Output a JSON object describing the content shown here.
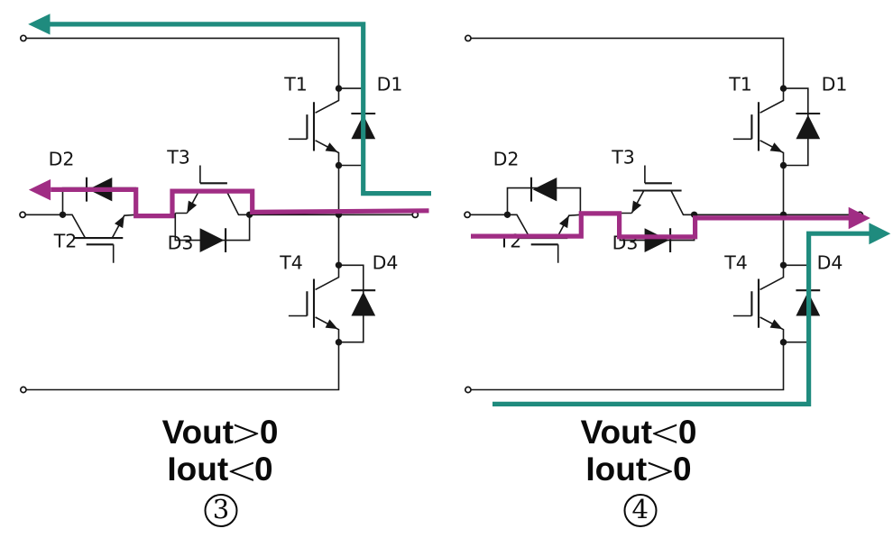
{
  "figure": {
    "background": "#ffffff",
    "colors": {
      "wire": "#161616",
      "flow_teal": "#1f8b7e",
      "flow_purple": "#a02d84"
    },
    "circuits": [
      {
        "id": "left",
        "labels": {
          "t1": "T1",
          "d1": "D1",
          "d2": "D2",
          "t3": "T3",
          "t2": "T2",
          "d3": "D3",
          "t4": "T4",
          "d4": "D4"
        },
        "caption": {
          "line1": "Vout>0",
          "line2": "Iout<0",
          "number": "3"
        },
        "flows": [
          {
            "name": "current-path-through-d1-to-positive-rail",
            "color": "#1f8b7e"
          },
          {
            "name": "current-path-through-t3-d2-to-output-left",
            "color": "#a02d84"
          }
        ]
      },
      {
        "id": "right",
        "labels": {
          "t1": "T1",
          "d1": "D1",
          "d2": "D2",
          "t3": "T3",
          "t2": "T2",
          "d3": "D3",
          "t4": "T4",
          "d4": "D4"
        },
        "caption": {
          "line1": "Vout<0",
          "line2": "Iout>0",
          "number": "4"
        },
        "flows": [
          {
            "name": "current-path-through-t2-d3-to-output-right",
            "color": "#a02d84"
          },
          {
            "name": "current-path-from-negative-rail-through-d4",
            "color": "#1f8b7e"
          }
        ]
      }
    ]
  }
}
